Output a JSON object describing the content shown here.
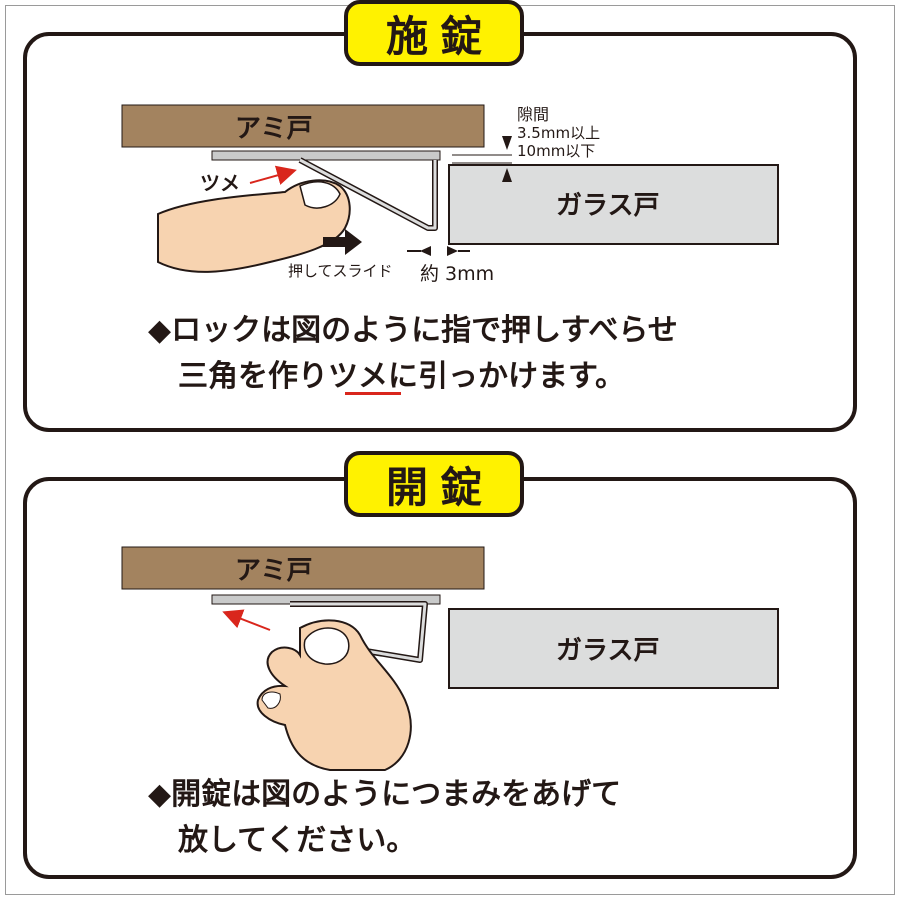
{
  "lock": {
    "title": "施錠",
    "screen_door_label": "アミ戸",
    "glass_door_label": "ガラス戸",
    "tab_label": "ツメ",
    "push_slide_label": "押してスライド",
    "gap_title": "隙間",
    "gap_min": "3.5mm以上",
    "gap_max": "10mm以下",
    "approx_label": "約 3mm",
    "instruction_line1": "◆ロックは図のように指で押しすべらせ",
    "instruction_line2": "三角を作りツメに引っかけます。"
  },
  "unlock": {
    "title": "開錠",
    "screen_door_label": "アミ戸",
    "glass_door_label": "ガラス戸",
    "instruction_line1": "◆開錠は図のようにつまみをあげて",
    "instruction_line2": "放してください。"
  },
  "colors": {
    "wood": "#a3835f",
    "glass": "#dcdddd",
    "badge": "#fff200",
    "skin": "#f7d3b0",
    "arrow_red": "#d9261c",
    "outline": "#231815"
  }
}
